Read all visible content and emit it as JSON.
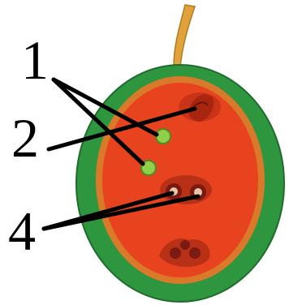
{
  "labels": {
    "label_1": "1",
    "label_2": "2",
    "label_4": "4"
  },
  "colors": {
    "integument": "#2f9640",
    "integument_dark": "#1f6b2c",
    "inner_rim": "#d97a2a",
    "nucellus": "#e8431f",
    "funiculus": "#e2a23a",
    "polar_nuclei": "#8fcf4a",
    "cell_dark": "#7a1a12",
    "line": "#000000"
  }
}
